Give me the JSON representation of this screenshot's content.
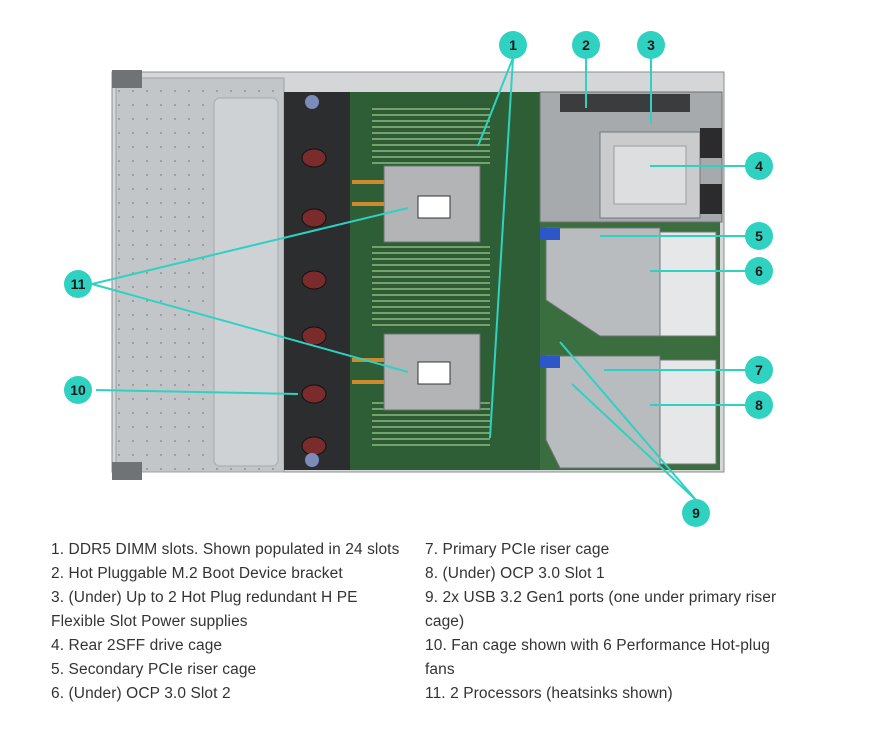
{
  "callouts": [
    {
      "n": "1"
    },
    {
      "n": "2"
    },
    {
      "n": "3"
    },
    {
      "n": "4"
    },
    {
      "n": "5"
    },
    {
      "n": "6"
    },
    {
      "n": "7"
    },
    {
      "n": "8"
    },
    {
      "n": "9"
    },
    {
      "n": "10"
    },
    {
      "n": "11"
    }
  ],
  "legend_left": [
    "1. DDR5 DIMM slots. Shown populated in 24 slots",
    "2. Hot Pluggable M.2 Boot Device bracket",
    "3. (Under) Up to 2 Hot Plug redundant H PE Flexible Slot Power supplies",
    "4. Rear 2SFF drive cage",
    "5. Secondary PCIe riser cage",
    "6. (Under) OCP 3.0 Slot 2"
  ],
  "legend_right": [
    "7. Primary PCIe riser cage",
    "8. (Under) OCP 3.0 Slot 1",
    "9. 2x USB 3.2 Gen1 ports (one under primary riser cage)",
    "10. Fan cage shown with 6 Performance Hot-plug fans",
    "11. 2 Processors (heatsinks shown)"
  ],
  "colors": {
    "callout_fill": "#2fd1c1",
    "leader_line": "#2fd1c1",
    "text": "#333333",
    "chassis": "#b9bcbf",
    "board": "#3d6b3a"
  }
}
